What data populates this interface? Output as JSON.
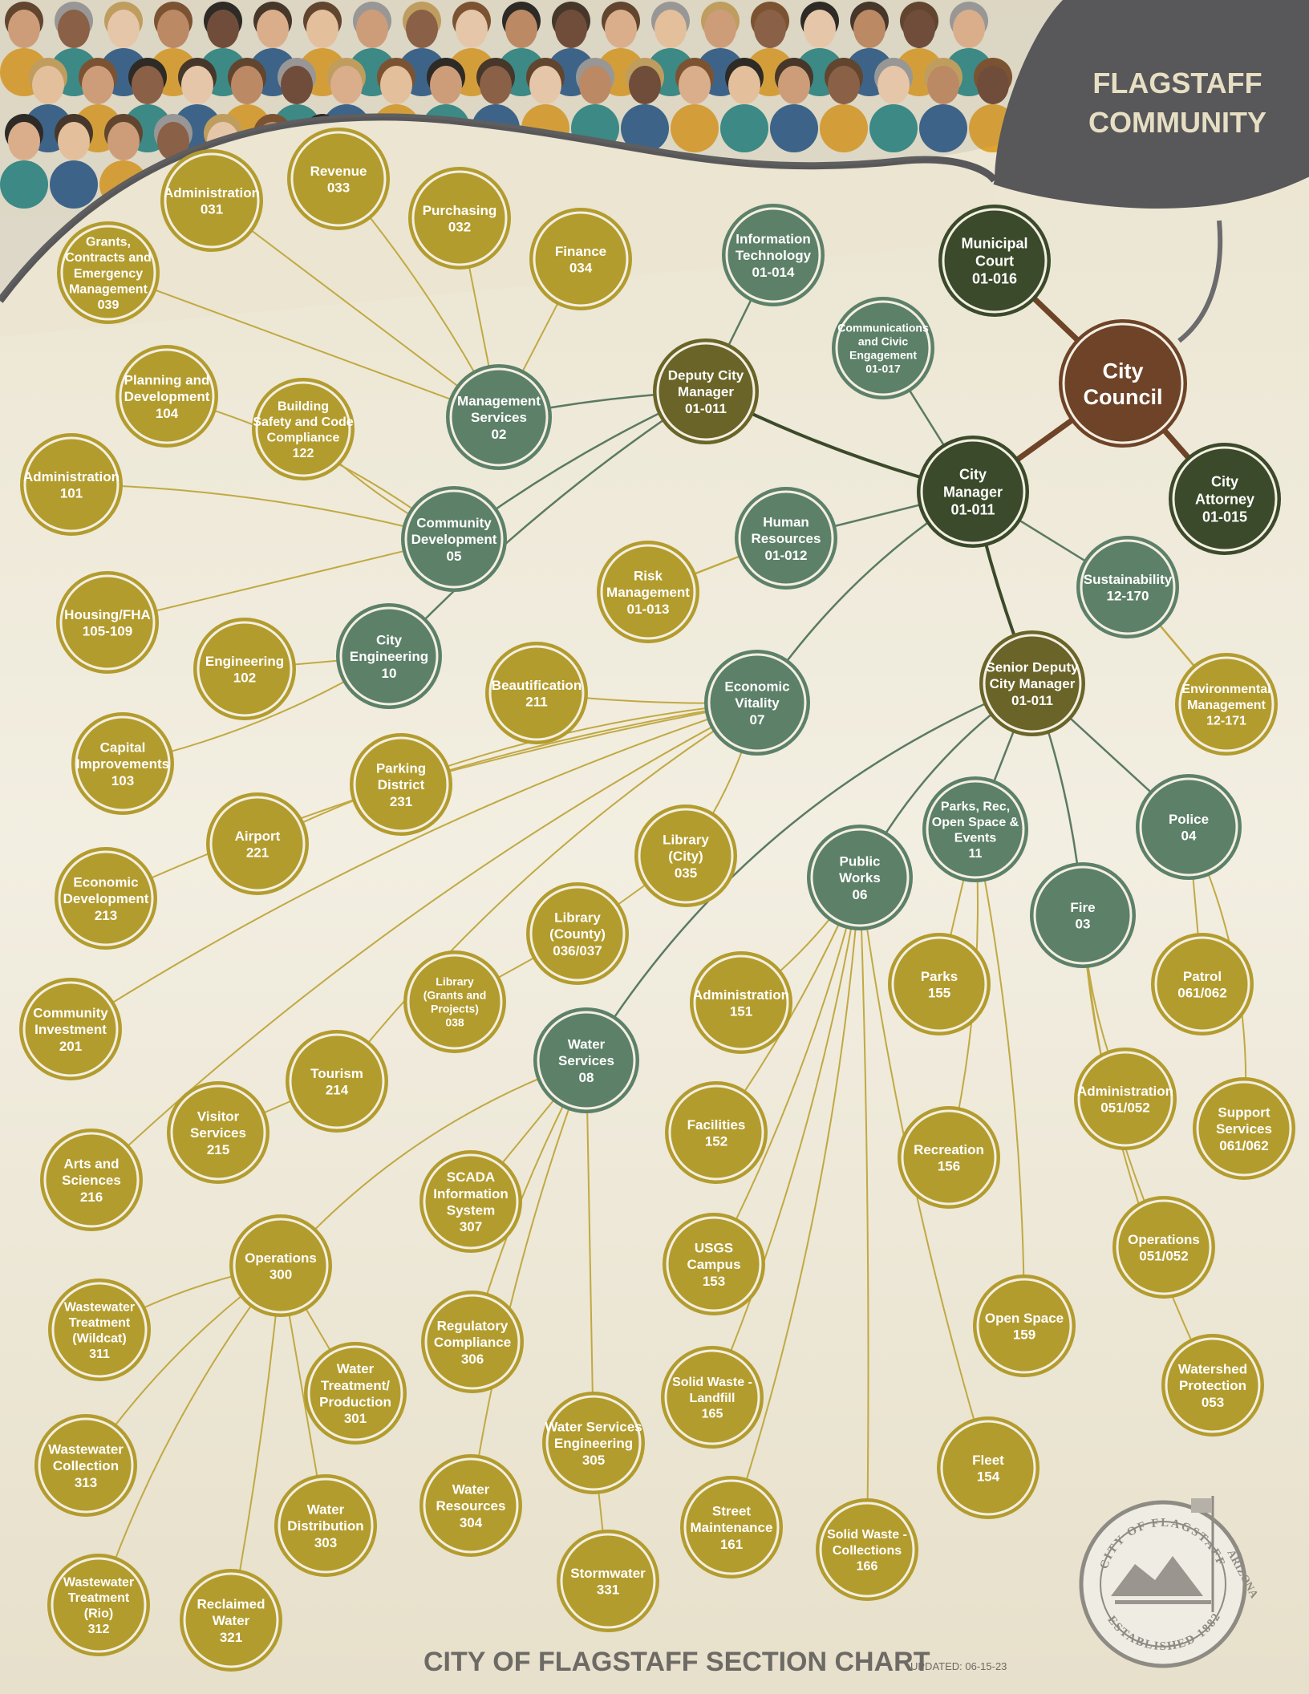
{
  "header": {
    "title_line1": "FLAGSTAFF",
    "title_line2": "COMMUNITY"
  },
  "footer": {
    "title": "CITY OF FLAGSTAFF SECTION CHART",
    "updated": "UPDATED: 06-15-23"
  },
  "seal": {
    "top_text": "CITY OF FLAGSTAFF",
    "right_text": "ARIZONA",
    "bottom_text": "ESTABLISHED 1882"
  },
  "colors": {
    "council": "#6e4328",
    "dark_green": "#3b4a2a",
    "olive": "#6a6428",
    "teal": "#5d8068",
    "gold": "#b39c2e",
    "link_gold": "#c1a943",
    "link_green": "#5b7a62",
    "link_brown": "#6e4328"
  },
  "nodes": {
    "council": {
      "lines": [
        "City",
        "Council"
      ]
    },
    "court": {
      "lines": [
        "Municipal",
        "Court",
        "01-016"
      ]
    },
    "attorney": {
      "lines": [
        "City",
        "Attorney",
        "01-015"
      ]
    },
    "cm": {
      "lines": [
        "City",
        "Manager",
        "01-011"
      ]
    },
    "dcm": {
      "lines": [
        "Deputy City",
        "Manager",
        "01-011"
      ]
    },
    "sdcm": {
      "lines": [
        "Senior Deputy",
        "City Manager",
        "01-011"
      ]
    },
    "it": {
      "lines": [
        "Information",
        "Technology",
        "01-014"
      ]
    },
    "comm": {
      "lines": [
        "Communications",
        "and Civic",
        "Engagement",
        "01-017"
      ]
    },
    "hr": {
      "lines": [
        "Human",
        "Resources",
        "01-012"
      ]
    },
    "risk": {
      "lines": [
        "Risk",
        "Management",
        "01-013"
      ]
    },
    "sust": {
      "lines": [
        "Sustainability",
        "12-170"
      ]
    },
    "env": {
      "lines": [
        "Environmental",
        "Management",
        "12-171"
      ]
    },
    "ms": {
      "lines": [
        "Management",
        "Services",
        "02"
      ]
    },
    "admin031": {
      "lines": [
        "Administration",
        "031"
      ]
    },
    "rev": {
      "lines": [
        "Revenue",
        "033"
      ]
    },
    "purch": {
      "lines": [
        "Purchasing",
        "032"
      ]
    },
    "fin": {
      "lines": [
        "Finance",
        "034"
      ]
    },
    "grants": {
      "lines": [
        "Grants,",
        "Contracts and",
        "Emergency",
        "Management",
        "039"
      ]
    },
    "cd": {
      "lines": [
        "Community",
        "Development",
        "05"
      ]
    },
    "plan": {
      "lines": [
        "Planning and",
        "Development",
        "104"
      ]
    },
    "bldg": {
      "lines": [
        "Building",
        "Safety and Code",
        "Compliance",
        "122"
      ]
    },
    "admin101": {
      "lines": [
        "Administration",
        "101"
      ]
    },
    "housing": {
      "lines": [
        "Housing/FHA",
        "105-109"
      ]
    },
    "ce": {
      "lines": [
        "City",
        "Engineering",
        "10"
      ]
    },
    "eng": {
      "lines": [
        "Engineering",
        "102"
      ]
    },
    "capimp": {
      "lines": [
        "Capital",
        "Improvements",
        "103"
      ]
    },
    "ev": {
      "lines": [
        "Economic",
        "Vitality",
        "07"
      ]
    },
    "beaut": {
      "lines": [
        "Beautification",
        "211"
      ]
    },
    "parking": {
      "lines": [
        "Parking",
        "District",
        "231"
      ]
    },
    "airport": {
      "lines": [
        "Airport",
        "221"
      ]
    },
    "econdev": {
      "lines": [
        "Economic",
        "Development",
        "213"
      ]
    },
    "commInv": {
      "lines": [
        "Community",
        "Investment",
        "201"
      ]
    },
    "arts": {
      "lines": [
        "Arts and",
        "Sciences",
        "216"
      ]
    },
    "visitor": {
      "lines": [
        "Visitor",
        "Services",
        "215"
      ]
    },
    "tourism": {
      "lines": [
        "Tourism",
        "214"
      ]
    },
    "libcity": {
      "lines": [
        "Library",
        "(City)",
        "035"
      ]
    },
    "libcounty": {
      "lines": [
        "Library",
        "(County)",
        "036/037"
      ]
    },
    "libgrants": {
      "lines": [
        "Library",
        "(Grants and",
        "Projects)",
        "038"
      ]
    },
    "ws": {
      "lines": [
        "Water",
        "Services",
        "08"
      ]
    },
    "scada": {
      "lines": [
        "SCADA",
        "Information",
        "System",
        "307"
      ]
    },
    "ops300": {
      "lines": [
        "Operations",
        "300"
      ]
    },
    "regcomp": {
      "lines": [
        "Regulatory",
        "Compliance",
        "306"
      ]
    },
    "wse": {
      "lines": [
        "Water Services",
        "Engineering",
        "305"
      ]
    },
    "storm": {
      "lines": [
        "Stormwater",
        "331"
      ]
    },
    "wres": {
      "lines": [
        "Water",
        "Resources",
        "304"
      ]
    },
    "wtp": {
      "lines": [
        "Water",
        "Treatment/",
        "Production",
        "301"
      ]
    },
    "wdist": {
      "lines": [
        "Water",
        "Distribution",
        "303"
      ]
    },
    "reclaim": {
      "lines": [
        "Reclaimed",
        "Water",
        "321"
      ]
    },
    "wwtRio": {
      "lines": [
        "Wastewater",
        "Treatment",
        "(Rio)",
        "312"
      ]
    },
    "wwColl": {
      "lines": [
        "Wastewater",
        "Collection",
        "313"
      ]
    },
    "wwtWild": {
      "lines": [
        "Wastewater",
        "Treatment",
        "(Wildcat)",
        "311"
      ]
    },
    "pw": {
      "lines": [
        "Public",
        "Works",
        "06"
      ]
    },
    "admin151": {
      "lines": [
        "Administration",
        "151"
      ]
    },
    "facil": {
      "lines": [
        "Facilities",
        "152"
      ]
    },
    "usgs": {
      "lines": [
        "USGS",
        "Campus",
        "153"
      ]
    },
    "swLand": {
      "lines": [
        "Solid Waste -",
        "Landfill",
        "165"
      ]
    },
    "street": {
      "lines": [
        "Street",
        "Maintenance",
        "161"
      ]
    },
    "swColl": {
      "lines": [
        "Solid Waste -",
        "Collections",
        "166"
      ]
    },
    "fleet": {
      "lines": [
        "Fleet",
        "154"
      ]
    },
    "prose": {
      "lines": [
        "Parks, Rec,",
        "Open Space &",
        "Events",
        "11"
      ]
    },
    "parks": {
      "lines": [
        "Parks",
        "155"
      ]
    },
    "recr": {
      "lines": [
        "Recreation",
        "156"
      ]
    },
    "openspace": {
      "lines": [
        "Open Space",
        "159"
      ]
    },
    "fire": {
      "lines": [
        "Fire",
        "03"
      ]
    },
    "fireAdmin": {
      "lines": [
        "Administration",
        "051/052"
      ]
    },
    "fireOps": {
      "lines": [
        "Operations",
        "051/052"
      ]
    },
    "watershed": {
      "lines": [
        "Watershed",
        "Protection",
        "053"
      ]
    },
    "police": {
      "lines": [
        "Police",
        "04"
      ]
    },
    "patrol": {
      "lines": [
        "Patrol",
        "061/062"
      ]
    },
    "support": {
      "lines": [
        "Support",
        "Services",
        "061/062"
      ]
    }
  }
}
